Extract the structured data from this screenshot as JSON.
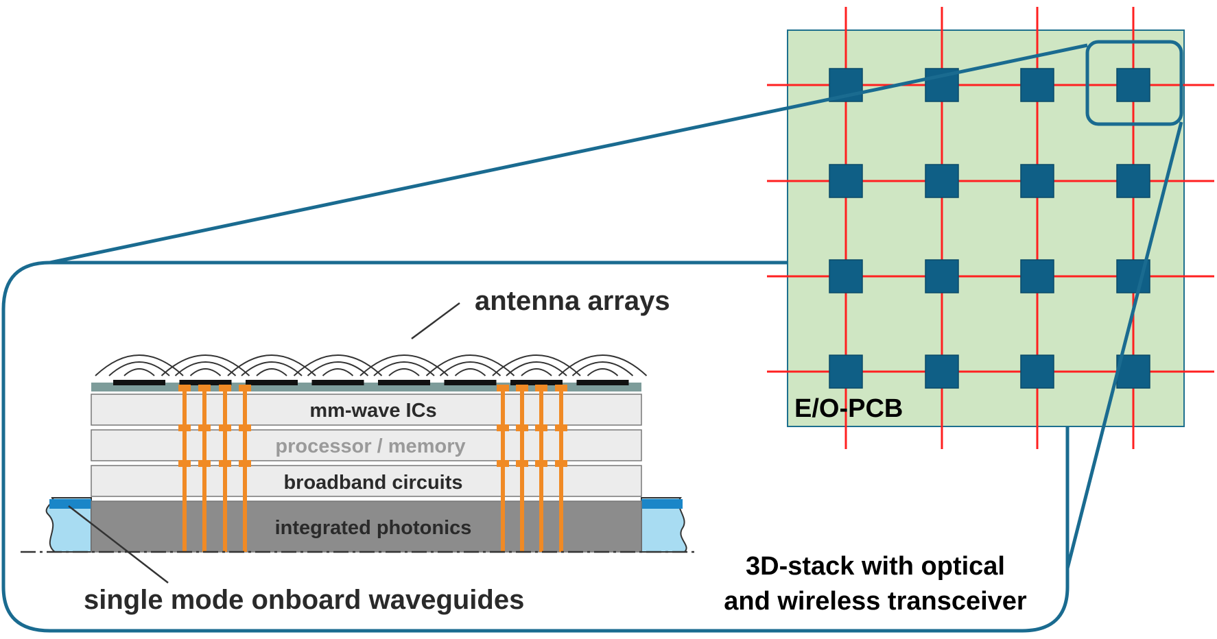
{
  "colors": {
    "board_fill": "#cfe6c3",
    "board_stroke": "#1d6f8e",
    "node_fill": "#0f5f86",
    "grid_line": "#ff2020",
    "callout_stroke": "#1a6b90",
    "via": "#f08a25",
    "layer_light": "#ececec",
    "layer_dark": "#8c8c8c",
    "antenna_layer": "#7d9c9a",
    "waveguide_fill": "#a8dcf2",
    "waveguide_core": "#1a86c8"
  },
  "board": {
    "label": "E/O-PCB",
    "rows": 4,
    "cols": 4
  },
  "stack": {
    "antenna_label": "antenna arrays",
    "layers": [
      {
        "key": "mmwave",
        "label": "mm-wave ICs",
        "tone": "dark"
      },
      {
        "key": "processor",
        "label": "processor / memory",
        "tone": "grey"
      },
      {
        "key": "broadband",
        "label": "broadband circuits",
        "tone": "dark"
      },
      {
        "key": "photonics",
        "label": "integrated photonics",
        "tone": "dark"
      }
    ],
    "waveguide_label": "single mode onboard waveguides",
    "antenna_count": 8
  },
  "caption": {
    "line1": "3D-stack with optical",
    "line2": "and wireless transceiver"
  }
}
